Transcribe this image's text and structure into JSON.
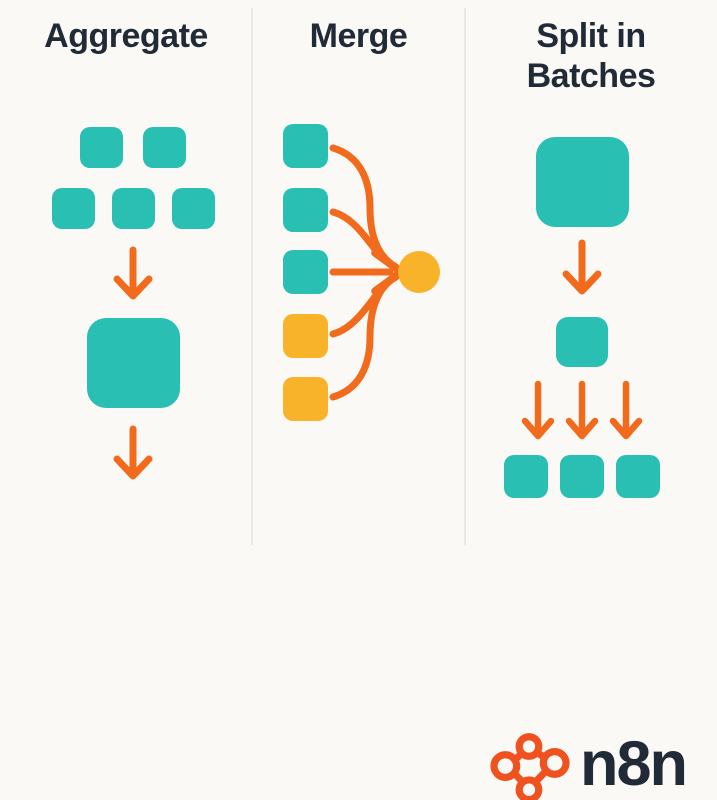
{
  "colors": {
    "background": "#FAF9F5",
    "divider": "#EAE8E4",
    "teal": "#29BFB2",
    "yellow": "#F9B32A",
    "orange": "#F26B1D",
    "logo_orange": "#F0521F",
    "ink": "#212B38"
  },
  "panels": [
    {
      "title": "Aggregate",
      "input_items": 5,
      "output_items": 1
    },
    {
      "title": "Merge",
      "input_items": 5,
      "teal_inputs": 3,
      "yellow_inputs": 2,
      "output_items": 1
    },
    {
      "title": "Split in Batches",
      "input_items": 1,
      "batch_count": 3
    }
  ],
  "logo": {
    "text": "n8n"
  }
}
